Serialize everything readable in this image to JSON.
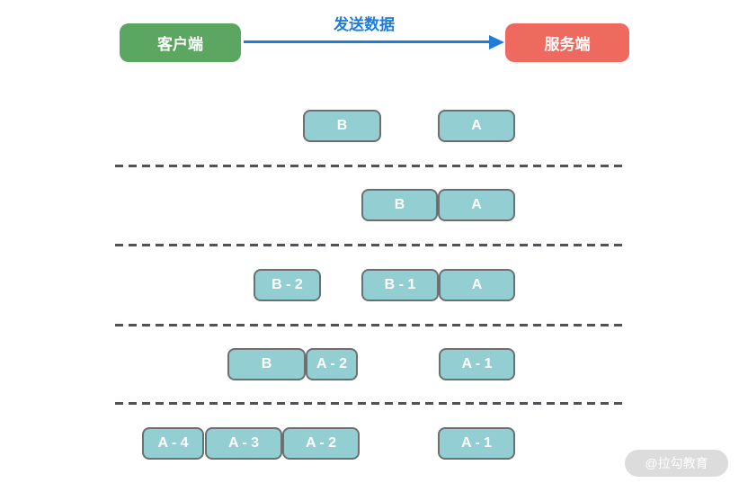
{
  "header": {
    "client_label": "客户端",
    "server_label": "服务端",
    "arrow_label": "发送数据"
  },
  "colors": {
    "client": "#5BA761",
    "server": "#EE6A5E",
    "arrow": "#1E7DD9",
    "packet": "#92CED2",
    "packet-border": "#6F6F6F",
    "dash": "#51515B",
    "watermark-bg": "#DCDCDC"
  },
  "packets": {
    "rows": [
      {
        "boxes": [
          {
            "label": "B"
          },
          {
            "label": "A"
          }
        ]
      },
      {
        "boxes": [
          {
            "label": "B"
          },
          {
            "label": "A"
          }
        ]
      },
      {
        "boxes": [
          {
            "label": "B - 2"
          },
          {
            "label": "B - 1"
          },
          {
            "label": "A"
          }
        ]
      },
      {
        "boxes": [
          {
            "label": "B"
          },
          {
            "label": "A - 2"
          },
          {
            "label": "A - 1"
          }
        ]
      },
      {
        "boxes": [
          {
            "label": "A - 4"
          },
          {
            "label": "A - 3"
          },
          {
            "label": "A - 2"
          },
          {
            "label": "A - 1"
          }
        ]
      }
    ]
  },
  "watermark": {
    "label": "@拉勾教育"
  }
}
